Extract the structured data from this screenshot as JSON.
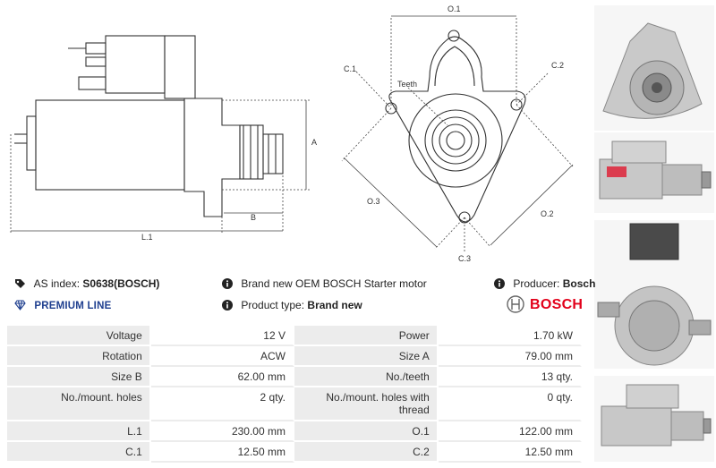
{
  "dimensions": {
    "O1": "O.1",
    "C1": "C.1",
    "C2": "C.2",
    "C3": "C.3",
    "O3": "O.3",
    "O2": "O.2",
    "A": "A",
    "B": "B",
    "L1": "L.1",
    "teeth": "Teeth"
  },
  "info": {
    "as_index_label": "AS index:",
    "as_index_value": "S0638(BOSCH)",
    "premium_line": "PREMIUM LINE",
    "description": "Brand new OEM BOSCH Starter motor",
    "product_type_label": "Product type:",
    "product_type_value": "Brand new",
    "producer_label": "Producer:",
    "producer_value": "Bosch",
    "brand_logo": "BOSCH"
  },
  "colors": {
    "premium_blue": "#1f3f8f",
    "bosch_red": "#e2001a",
    "table_label_bg": "#ececec"
  },
  "icons": [
    "tag-icon",
    "diamond-icon",
    "info-icon",
    "bosch-logo-icon"
  ],
  "specs": [
    {
      "l1": "Voltage",
      "v1": "12 V",
      "l2": "Power",
      "v2": "1.70 kW"
    },
    {
      "l1": "Rotation",
      "v1": "ACW",
      "l2": "Size A",
      "v2": "79.00 mm"
    },
    {
      "l1": "Size B",
      "v1": "62.00 mm",
      "l2": "No./teeth",
      "v2": "13 qty."
    },
    {
      "l1": "No./mount. holes",
      "v1": "2 qty.",
      "l2": "No./mount. holes with thread",
      "v2": "0 qty."
    },
    {
      "l1": "L.1",
      "v1": "230.00 mm",
      "l2": "O.1",
      "v2": "122.00 mm"
    },
    {
      "l1": "C.1",
      "v1": "12.50 mm",
      "l2": "C.2",
      "v2": "12.50 mm"
    }
  ]
}
